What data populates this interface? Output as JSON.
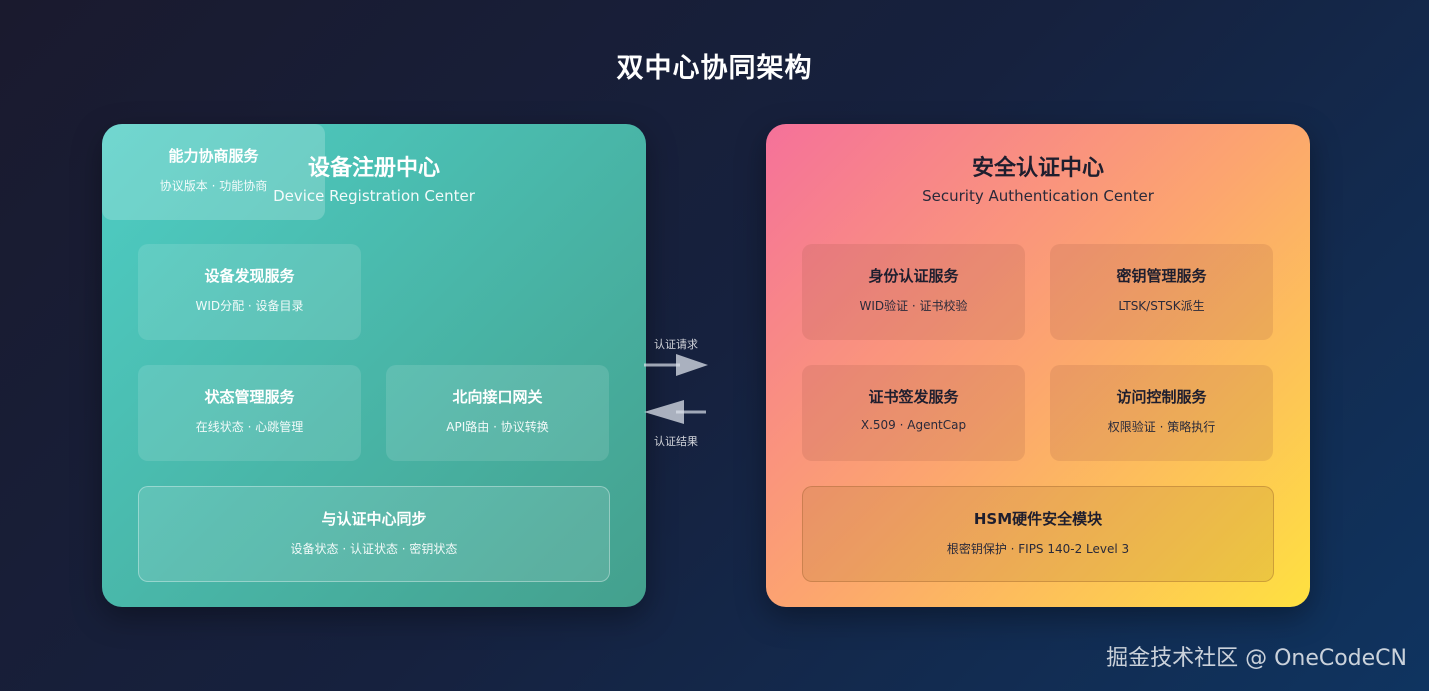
{
  "title": "双中心协同架构",
  "left_center": {
    "title": "设备注册中心",
    "subtitle": "Device Registration Center",
    "floating_service": {
      "name": "能力协商服务",
      "desc": "协议版本 · 功能协商"
    },
    "services": [
      {
        "name": "设备发现服务",
        "desc": "WID分配 · 设备目录"
      },
      {
        "name": "状态管理服务",
        "desc": "在线状态 · 心跳管理"
      },
      {
        "name": "北向接口网关",
        "desc": "API路由 · 协议转换"
      }
    ],
    "sync": {
      "name": "与认证中心同步",
      "desc": "设备状态 · 认证状态 · 密钥状态"
    }
  },
  "right_center": {
    "title": "安全认证中心",
    "subtitle": "Security Authentication Center",
    "services": [
      {
        "name": "身份认证服务",
        "desc": "WID验证 · 证书校验"
      },
      {
        "name": "密钥管理服务",
        "desc": "LTSK/STSK派生"
      },
      {
        "name": "证书签发服务",
        "desc": "X.509 · AgentCap"
      },
      {
        "name": "访问控制服务",
        "desc": "权限验证 · 策略执行"
      }
    ],
    "hsm": {
      "name": "HSM硬件安全模块",
      "desc": "根密钥保护 · FIPS 140-2 Level 3"
    }
  },
  "arrows": {
    "request": "认证请求",
    "result": "认证结果"
  },
  "watermark": "掘金技术社区 @ OneCodeCN",
  "colors": {
    "left_gradient": [
      "#4ecdc4",
      "#44a08d"
    ],
    "right_gradient": [
      "#f5719a",
      "#fca56f",
      "#fee140"
    ],
    "background": [
      "#1a1a2e",
      "#16213e",
      "#0f3460"
    ]
  }
}
